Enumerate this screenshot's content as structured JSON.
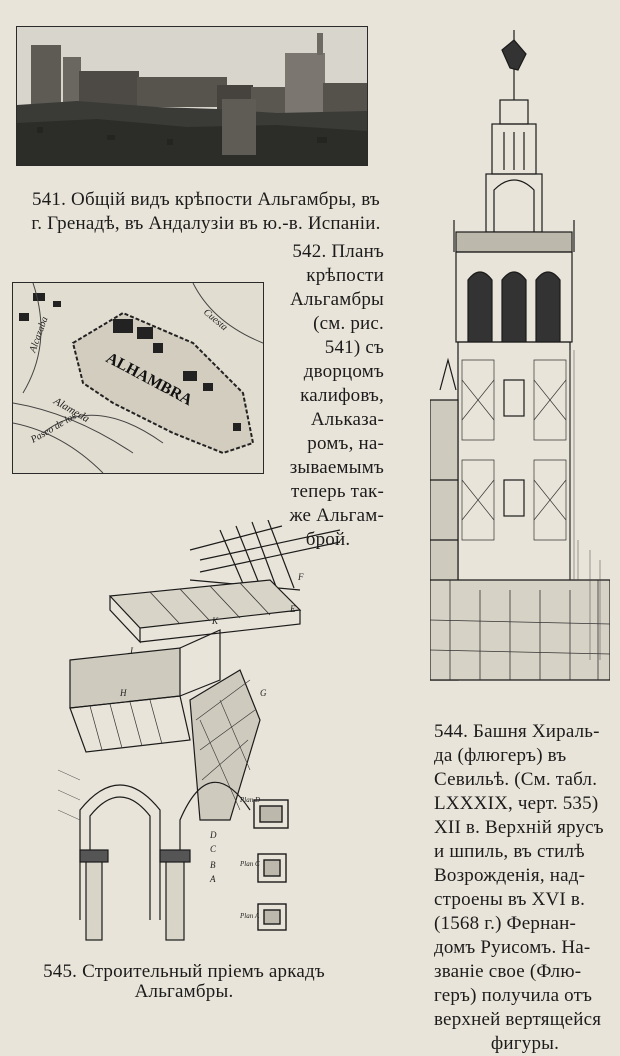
{
  "captions": {
    "fig541": {
      "line1": "541. Общій видъ крѣпости Альгамбры, въ",
      "line2": "г. Гренадѣ, въ Андалузіи въ ю.-в. Испаніи."
    },
    "fig542": {
      "lines": [
        "542. Планъ",
        "крѣпости",
        "Альгамбры",
        "(см. рис.",
        "541) съ",
        "дворцомъ",
        "калифовъ,",
        "Альказа-",
        "ромъ, на-",
        "зываемымъ",
        "теперь так-",
        "же Альгам-",
        "брой."
      ]
    },
    "fig544": {
      "lines": [
        "544. Башня Хираль-",
        "да (флюгеръ) въ",
        "Севильѣ. (См. табл.",
        "LXXXIX, черт. 535)",
        "XII в. Верхній ярусъ",
        "и шпиль, въ стилѣ",
        "Возрожденія, над-",
        "строены въ XVI в.",
        "(1568 г.) Фернан-",
        "домъ Руисомъ. На-",
        "званіе свое (Флю-",
        "геръ) получила отъ",
        "верхней вертящейся",
        "фигуры."
      ]
    },
    "fig545": {
      "line1": "545. Строительный пріемъ аркадъ",
      "line2": "Альгамбры."
    }
  },
  "map_labels": {
    "alhambra": "ALHAMBRA",
    "alameda": "Alameda",
    "alcazaba": "Alcazaba",
    "paseo": "Paseo de los",
    "cuesta": "Cuesta"
  },
  "diagram_labels": {
    "plan_d": "Plan D",
    "plan_c": "Plan C",
    "plan_a": "Plan A",
    "letters": [
      "A",
      "B",
      "C",
      "D",
      "E",
      "F",
      "G",
      "H",
      "I",
      "K"
    ]
  },
  "colors": {
    "paper": "#e9e4d9",
    "ink": "#1b1b1b",
    "photo_sky": "#d8d5cc",
    "photo_dark": "#3a3a36"
  }
}
